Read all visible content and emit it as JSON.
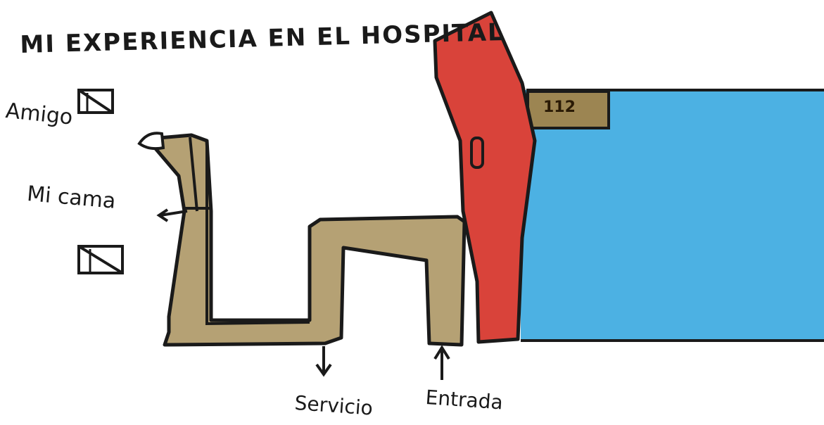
{
  "title": "MI EXPERIENCIA EN EL HOSPITAL",
  "labels": {
    "friend": "Amigo",
    "my_bed": "Mi cama",
    "bathroom": "Servicio",
    "entrance": "Entrada"
  },
  "room_number": "112",
  "colors": {
    "corridor": "#a8905c",
    "door": "#d9433a",
    "pool": "#39a9e0",
    "outline": "#1a1a1a",
    "room_sign": "#9c8552"
  }
}
